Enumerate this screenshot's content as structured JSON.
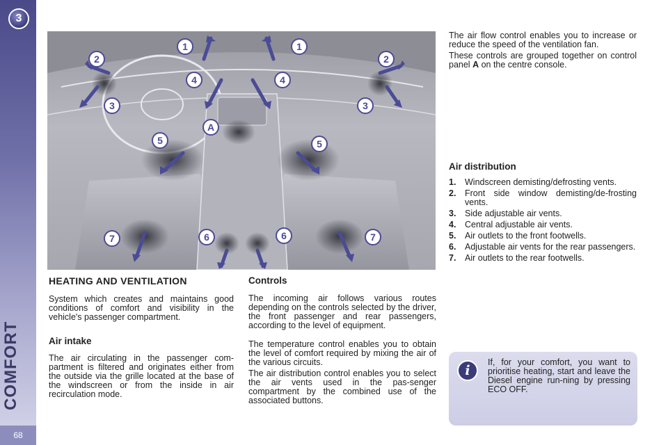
{
  "sidebar": {
    "chapter_number": "3",
    "section_label": "COMFORT",
    "page_number": "68"
  },
  "illustration": {
    "markers": [
      "1",
      "1",
      "2",
      "2",
      "3",
      "3",
      "4",
      "4",
      "5",
      "5",
      "6",
      "6",
      "7",
      "7",
      "A"
    ],
    "colors": {
      "arrow": "#4b4b96",
      "marker_fill": "#ffffff",
      "marker_text": "#4b4b96"
    }
  },
  "left": {
    "title": "HEATING AND VENTILATION",
    "intro": "System which creates and maintains good conditions of comfort and visibility in the vehicle's passenger compartment.",
    "air_intake_heading": "Air intake",
    "air_intake_text": "The air circulating in the passenger com-partment is filtered and originates either from the outside via the grille located at the base of the windscreen or from the inside in air recirculation mode."
  },
  "middle": {
    "controls_heading": "Controls",
    "p1": "The incoming air follows various routes depending on the controls selected by the driver, the front passenger and rear passengers, according to the level of equipment.",
    "p2": "The temperature control enables you to obtain the level of comfort required by mixing the air of the various circuits.",
    "p3": "The air distribution control enables you to select the air vents used in the pas-senger compartment by the combined use of the associated buttons."
  },
  "right": {
    "p1": "The air flow control enables you to increase or reduce the speed of the ventilation fan.",
    "p2_before": "These controls are grouped together on control panel ",
    "p2_bold": "A",
    "p2_after": " on the centre console.",
    "distribution_heading": "Air distribution",
    "items": [
      {
        "num": "1.",
        "text": "Windscreen demisting/defrosting vents."
      },
      {
        "num": "2.",
        "text": "Front side window demisting/de-frosting vents."
      },
      {
        "num": "3.",
        "text": "Side adjustable air vents."
      },
      {
        "num": "4.",
        "text": "Central adjustable air vents."
      },
      {
        "num": "5.",
        "text": "Air outlets to the front footwells."
      },
      {
        "num": "6.",
        "text": "Adjustable air vents for the rear passengers."
      },
      {
        "num": "7.",
        "text": "Air outlets to the rear footwells."
      }
    ],
    "note_icon": "info-icon",
    "note_text": "If, for your comfort, you want to prioritise heating, start and leave the Diesel engine run-ning by pressing ECO OFF."
  }
}
